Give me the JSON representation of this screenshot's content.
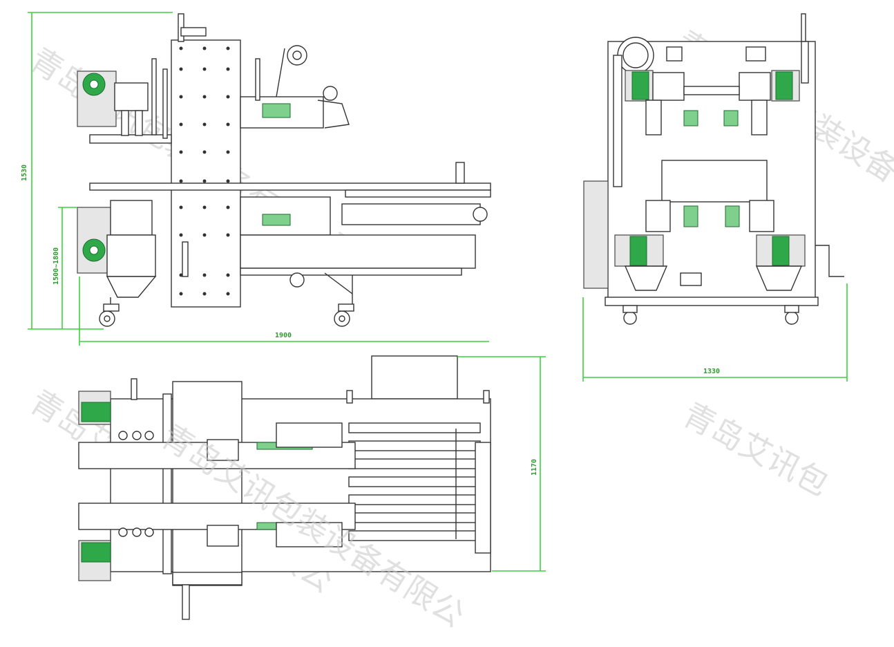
{
  "dimensions": {
    "side_height": "1530",
    "side_adjust": "1500~1800",
    "side_length": "1900",
    "end_width": "1330",
    "top_width": "1170"
  },
  "watermark": {
    "text_a": "青岛艾讯包装设备有限公司",
    "text_b": "青岛艾讯包装设备有限公",
    "text_c": "青岛艾讯包装设备有限公司",
    "text_d": "青岛艾讯包",
    "text_e": "青岛艾讯包装设备有限公"
  },
  "colors": {
    "line": "#333333",
    "dimension": "#3bd23b",
    "motor_green": "#2fa84a",
    "watermark": "#c8c8c8"
  }
}
